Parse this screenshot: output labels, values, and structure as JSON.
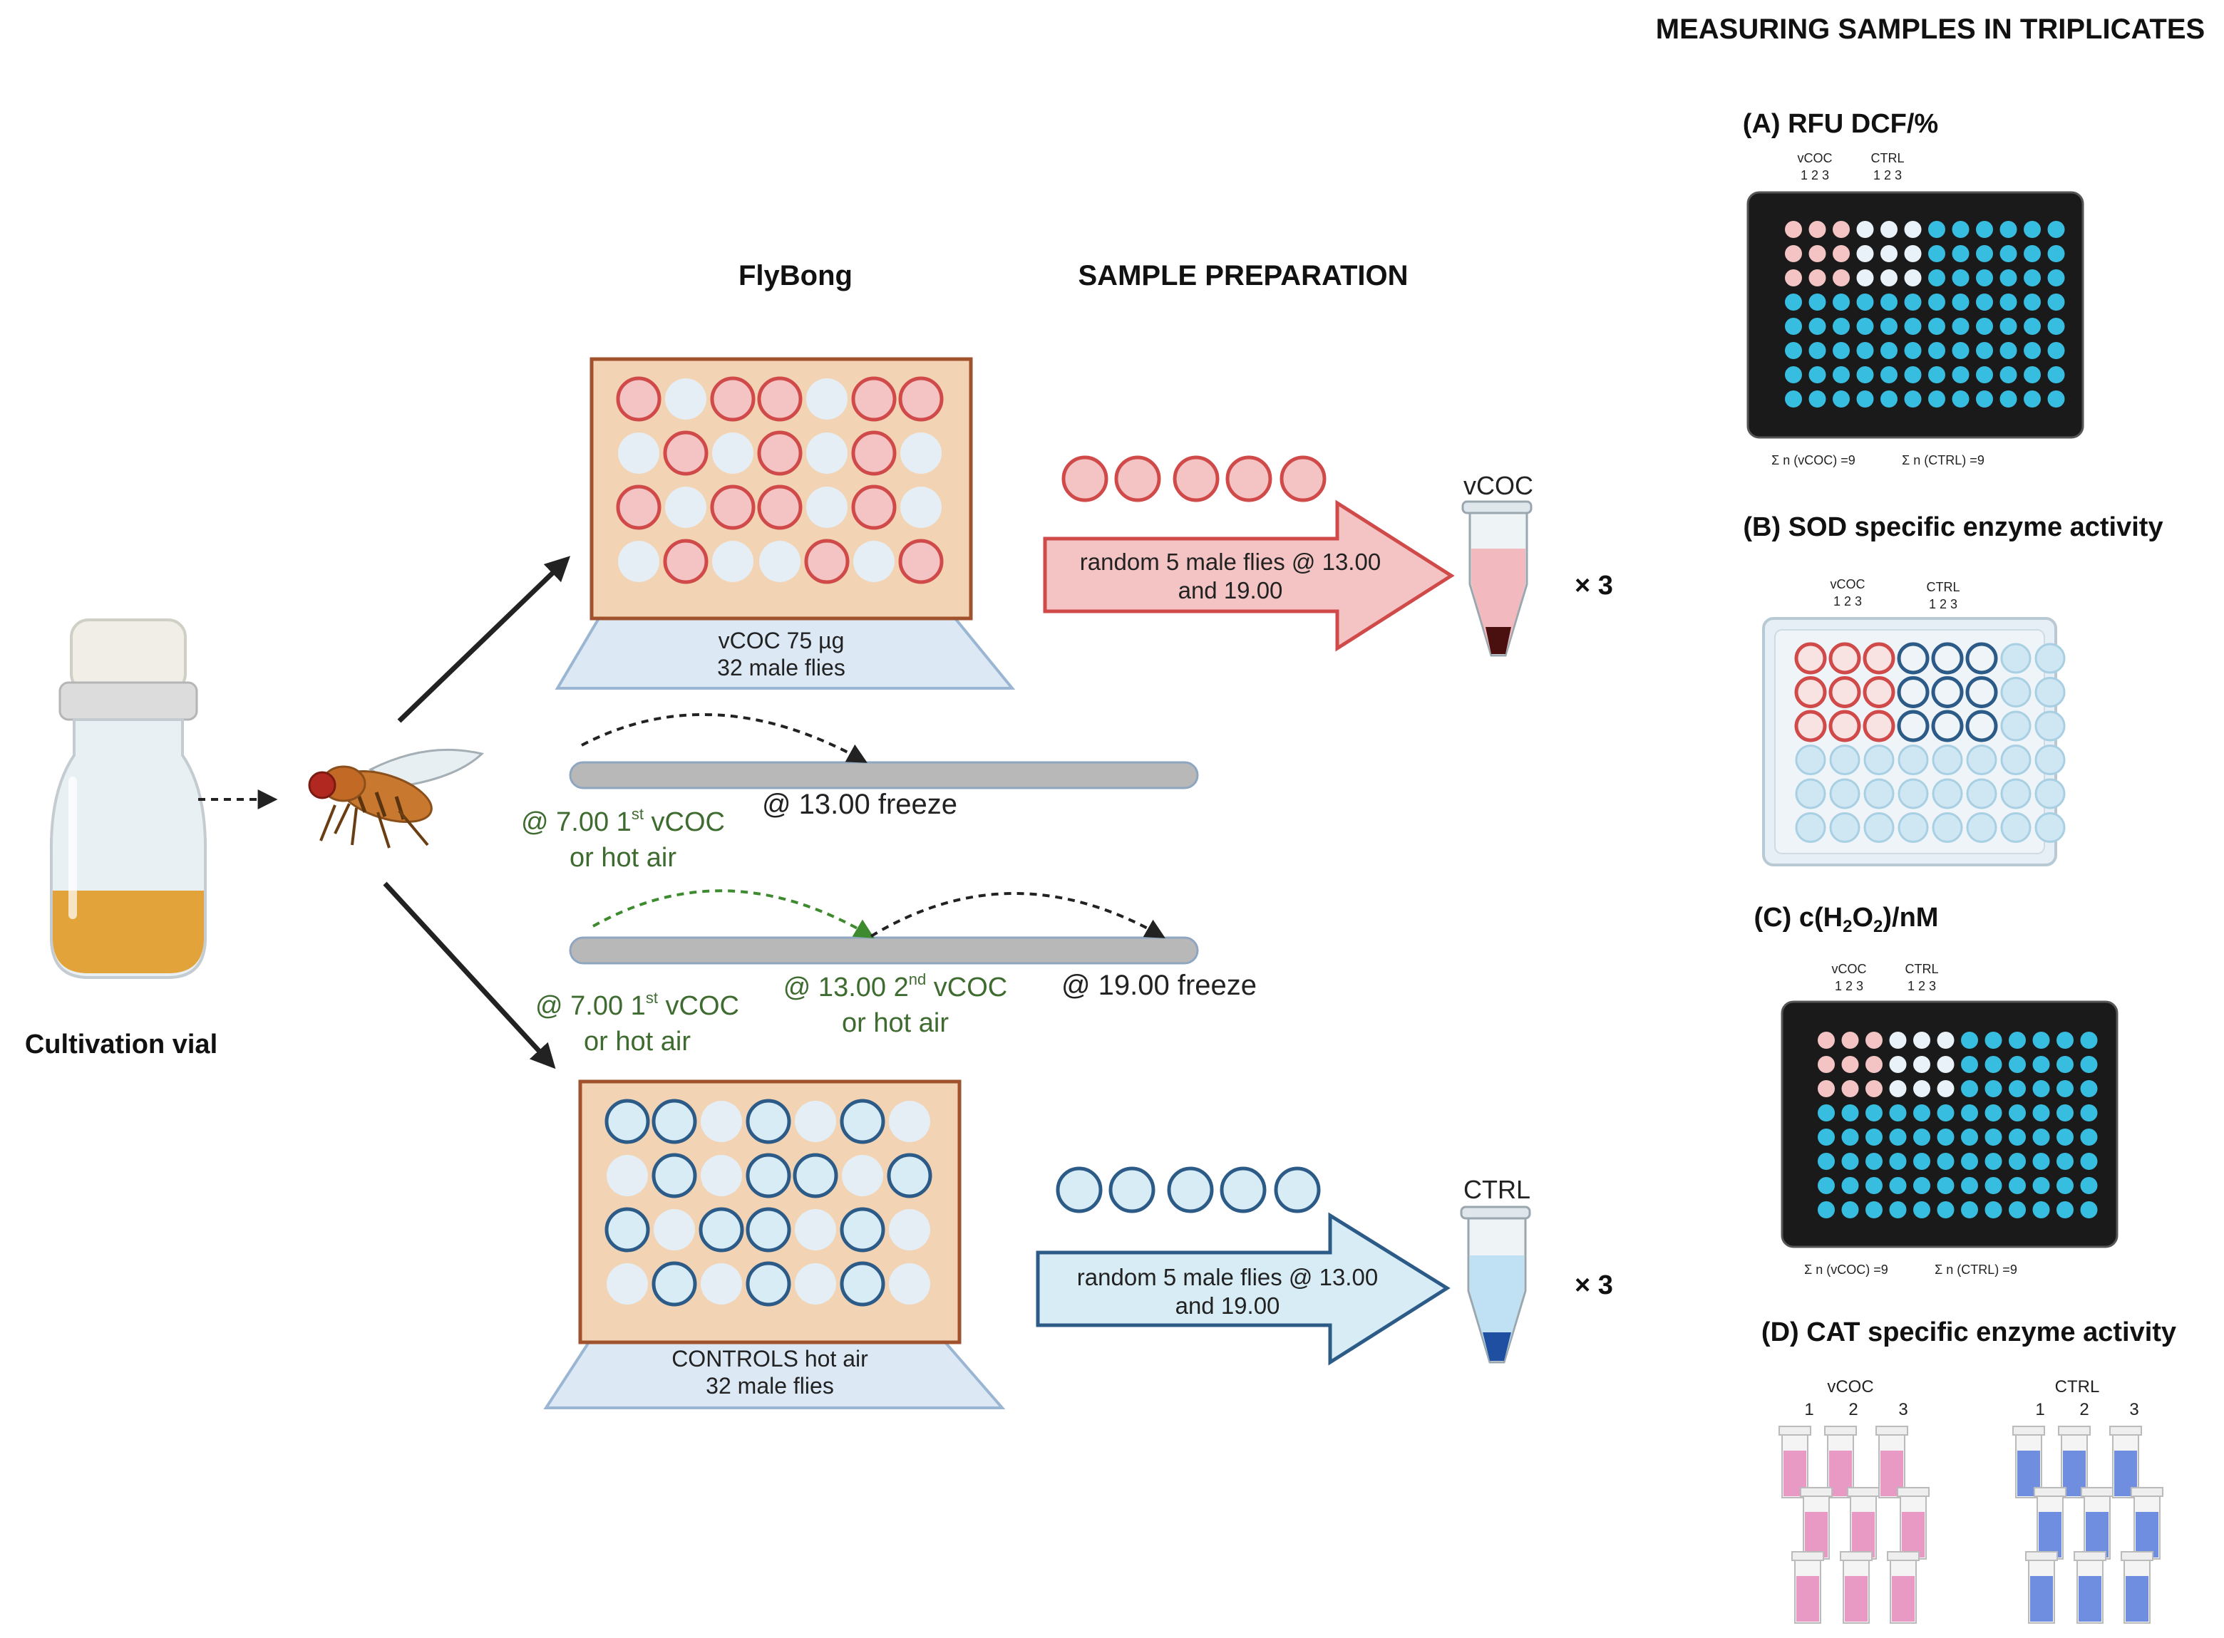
{
  "headers": {
    "flybong": "FlyBong",
    "sample_preparation": "SAMPLE PREPARATION",
    "measuring": "MEASURING SAMPLES IN TRIPLICATES"
  },
  "vial": {
    "label": "Cultivation vial"
  },
  "top_box": {
    "line1": "vCOC 75 µg",
    "line2": "32 male flies"
  },
  "bottom_box": {
    "line1": "CONTROLS hot air",
    "line2": "32 male flies"
  },
  "timeline1": {
    "start_line1": "@ 7.00 1",
    "start_sup": "st",
    "start_rest": " vCOC",
    "start_line2": "or hot air",
    "end": "@ 13.00 freeze"
  },
  "timeline2": {
    "start_line1": "@ 7.00 1",
    "start_sup": "st",
    "start_rest": " vCOC",
    "start_line2": "or hot air",
    "mid_line1": "@ 13.00 2",
    "mid_sup": "nd",
    "mid_rest": " vCOC",
    "mid_line2": "or hot air",
    "end": "@ 19.00 freeze"
  },
  "arrow_top": {
    "line1": "random 5  male flies @ 13.00",
    "line2": "and 19.00"
  },
  "arrow_bottom": {
    "line1": "random 5  male flies @ 13.00",
    "line2": "and 19.00"
  },
  "tubes": {
    "top_label": "vCOC",
    "bottom_label": "CTRL",
    "times": "× 3"
  },
  "panel_a": {
    "title": "(A) RFU DCF/%",
    "group1": "vCOC",
    "group2": "CTRL",
    "nums": "1 2 3",
    "sum1": "Σ n (vCOC) =9",
    "sum2": "Σ n (CTRL) =9"
  },
  "panel_b": {
    "title": "(B) SOD specific enzyme activity",
    "group1": "vCOC",
    "group2": "CTRL",
    "nums": "1 2 3"
  },
  "panel_c": {
    "title_pre": "(C) c(H",
    "sub1": "2",
    "title_mid": "O",
    "sub2": "2",
    "title_post": ")/nM",
    "group1": "vCOC",
    "group2": "CTRL",
    "nums": "1 2 3",
    "sum1": "Σ n (vCOC) =9",
    "sum2": "Σ n (CTRL) =9"
  },
  "panel_d": {
    "title": "(D) CAT specific enzyme activity",
    "group1": "vCOC",
    "group2": "CTRL",
    "n1": "1",
    "n2": "2",
    "n3": "3"
  },
  "colors": {
    "vcoc_fill": "#f4c4c4",
    "vcoc_stroke": "#d04a4a",
    "ctrl_fill": "#d8ecf6",
    "ctrl_stroke": "#2d5b88",
    "well_blank": "#e5eef5",
    "tray": "#f2d3b4",
    "tray_border": "#a0522d",
    "plate_dark": "#1a1a1a",
    "cyan_well": "#37bde0",
    "pink_cuvette": "#e89ac4",
    "blue_cuvette": "#6f8ee0",
    "timeline_bar": "#b8b8b8",
    "green_text": "#3e6b2f"
  }
}
